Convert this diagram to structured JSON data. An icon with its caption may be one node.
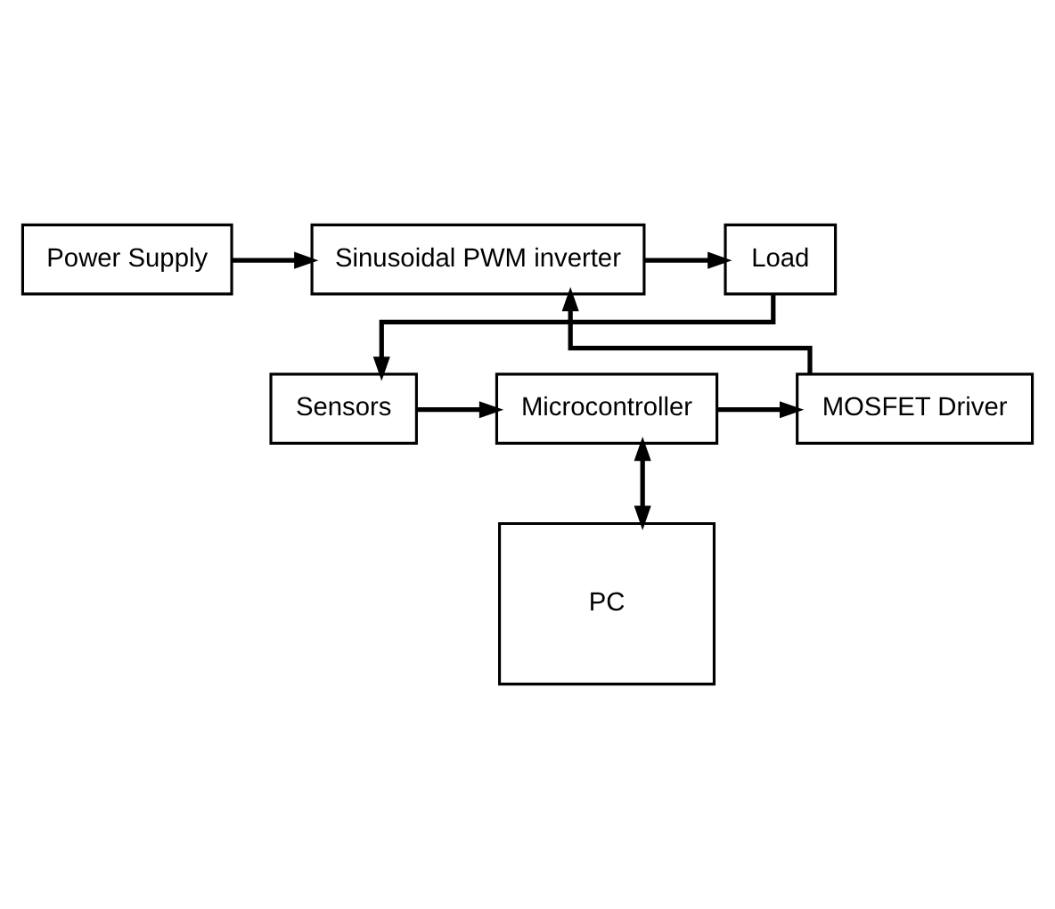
{
  "diagram": {
    "nodes": [
      {
        "text": [
          "Power Supply"
        ]
      },
      {
        "text": [
          "Sinusoidal PWM inverter"
        ]
      },
      {
        "text": [
          "Load"
        ]
      },
      {
        "text": [
          "Microcontroller"
        ]
      },
      {
        "text": [
          "MOSFET Driver"
        ]
      },
      {
        "text": [
          "Sensors"
        ]
      },
      {
        "text": [
          "PC"
        ]
      }
    ],
    "edges": [
      {
        "from": 0,
        "to": 1,
        "arrow": "to"
      },
      {
        "from": 1,
        "to": 2,
        "arrow": "to"
      },
      {
        "from": 2,
        "to": 5,
        "arrow": "to"
      },
      {
        "from": 3,
        "to": 4,
        "arrow": "to"
      },
      {
        "from": 4,
        "to": 1,
        "arrow": "to"
      },
      {
        "from": 5,
        "to": 3,
        "arrow": "to"
      },
      {
        "from": 3,
        "to": 6,
        "arrow": "both"
      }
    ]
  }
}
